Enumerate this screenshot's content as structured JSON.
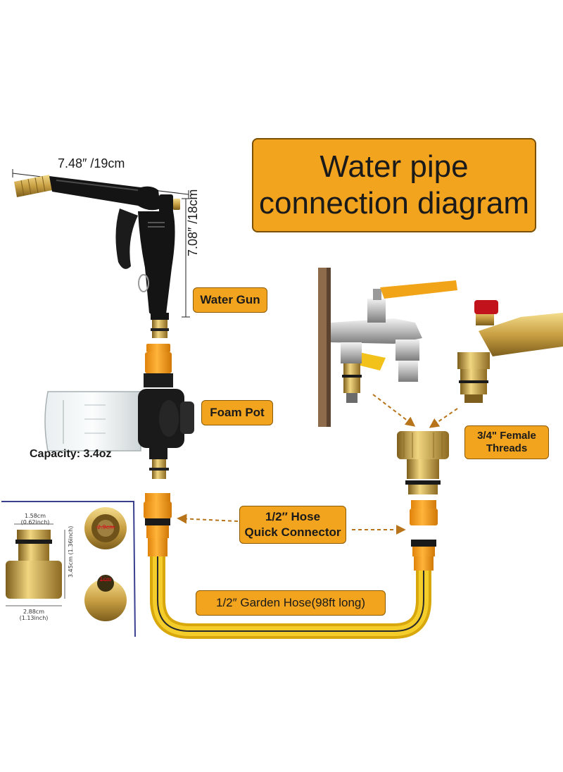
{
  "title": {
    "line1": "Water pipe",
    "line2": "connection diagram"
  },
  "gun": {
    "length": "7.48″ /19cm",
    "height": "7.08″ /18cm",
    "label": "Water Gun"
  },
  "foam": {
    "label": "Foam Pot",
    "capacity": "Capacity: 3.4oz"
  },
  "threads": {
    "line1": "3/4\" Female",
    "line2": "Threads"
  },
  "connector": {
    "line1": "1/2″ Hose",
    "line2": "Quick Connector"
  },
  "hose": {
    "label": "1/2″ Garden Hose(98ft long)"
  },
  "inset": {
    "top_cm": "1.58cm",
    "top_inch": "(0.62inch)",
    "side_cm": "3.45cm",
    "side_inch": "(1.36inch)",
    "bottom_cm": "2.88cm",
    "bottom_inch": "(1.13inch)",
    "inner_small": "1cm",
    "inner_red": "2.9cm"
  },
  "colors": {
    "accent": "#f3a41f",
    "brass": "#c9a043",
    "hose_yellow": "#f2c21a",
    "fitting_orange": "#f39a1e",
    "inset_border": "#3a3f8f"
  }
}
